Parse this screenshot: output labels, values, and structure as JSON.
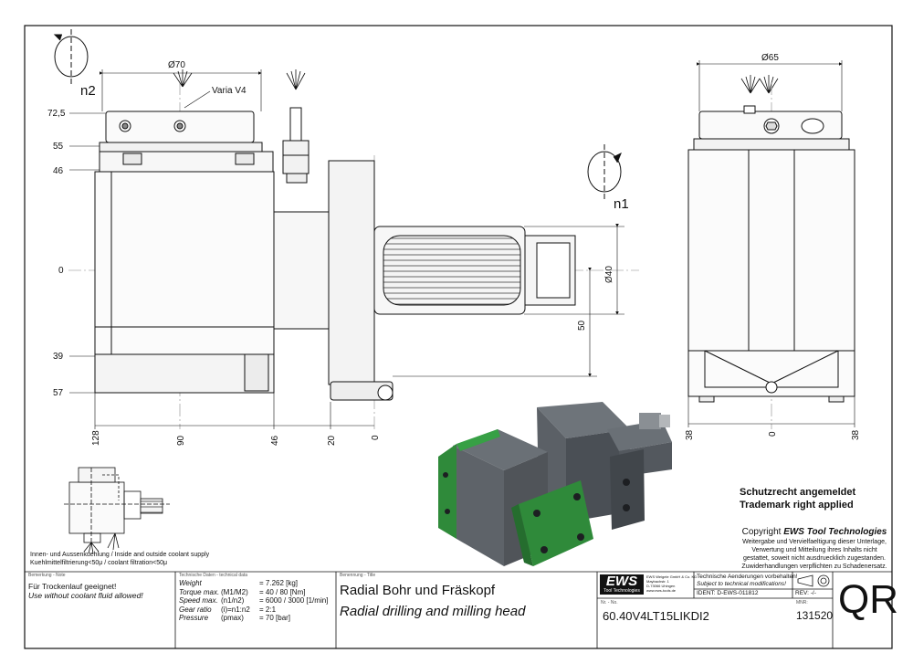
{
  "view_front": {
    "dim_top": "Ø70",
    "coolant_label": "Varia V4",
    "spindle_label": "n2",
    "vertical_dims": [
      "72,5",
      "55",
      "46",
      "0",
      "39",
      "57"
    ],
    "horizontal_dims": [
      "128",
      "90",
      "46",
      "20",
      "0"
    ],
    "shaft_dim": "Ø40",
    "shaft_offset": "50",
    "output_label": "n1"
  },
  "view_side": {
    "dim_top": "Ø65",
    "horizontal_dims": [
      "38",
      "0",
      "38"
    ]
  },
  "coolant_note": {
    "line1": "Innen- und Aussenkuehlung / Inside and outside coolant supply",
    "line2": "Kuehlmittelfiltrierung<50μ / coolant filtration<50μ"
  },
  "trademark": {
    "line1": "Schutzrecht angemeldet",
    "line2": "Trademark right applied"
  },
  "copyright": {
    "prefix": "Copyright ",
    "brand": "EWS Tool Technologies",
    "line1": "Weitergabe und Vervielfaeltigung dieser Unterlage,",
    "line2": "Verwertung und Mitteilung ihres Inhalts nicht",
    "line3": "gestattet, soweit nicht ausdruecklich zugestanden.",
    "line4": "Zuwiderhandlungen verpflichten zu Schadenersatz."
  },
  "title_block": {
    "remark_caption": "Bemerkung - Note",
    "remark_de": "Für Trockenlauf geeignet!",
    "remark_en": "Use without coolant fluid allowed!",
    "tech_caption": "Technische Daten - technical data",
    "tech_rows": [
      {
        "label": "Weight",
        "param": "",
        "value": "=  7.262 [kg]"
      },
      {
        "label": "Torque max.",
        "param": "(M1/M2)",
        "value": "=  40 / 80 [Nm]"
      },
      {
        "label": "Speed max.",
        "param": "(n1/n2)",
        "value": "=  6000 / 3000 [1/min]"
      },
      {
        "label": "Gear ratio",
        "param": "(i)=n1:n2",
        "value": "=  2:1"
      },
      {
        "label": "Pressure",
        "param": "(pmax)",
        "value": "=  70 [bar]"
      }
    ],
    "name_caption": "Benennung - Title",
    "title_de": "Radial Bohr und Fräskopf",
    "title_en": "Radial drilling and milling head",
    "logo_text": "EWS",
    "logo_sub": "Tool Technologies",
    "company_lines": [
      "EWS Weigele GmbH & Co. KG",
      "Maybachstr. 1",
      "D-73066 Uhingen",
      "www.ews-tools.de"
    ],
    "changes_de": "Technische Aenderungen vorbehalten!",
    "changes_en": "Subject to technical modifications!",
    "ident": "IDENT:  D-EWS-011812",
    "rev": "REV:   -/-",
    "nr_caption": "Nr. - No.",
    "part_number": "60.40V4LT15LIKDI2",
    "mnr_caption": "MNR:",
    "mnr": "131520",
    "qr": "QR"
  },
  "colors": {
    "body_gray": "#5b6066",
    "body_dark": "#3b3f44",
    "accent_green": "#2f8a3a",
    "line": "#111111"
  }
}
